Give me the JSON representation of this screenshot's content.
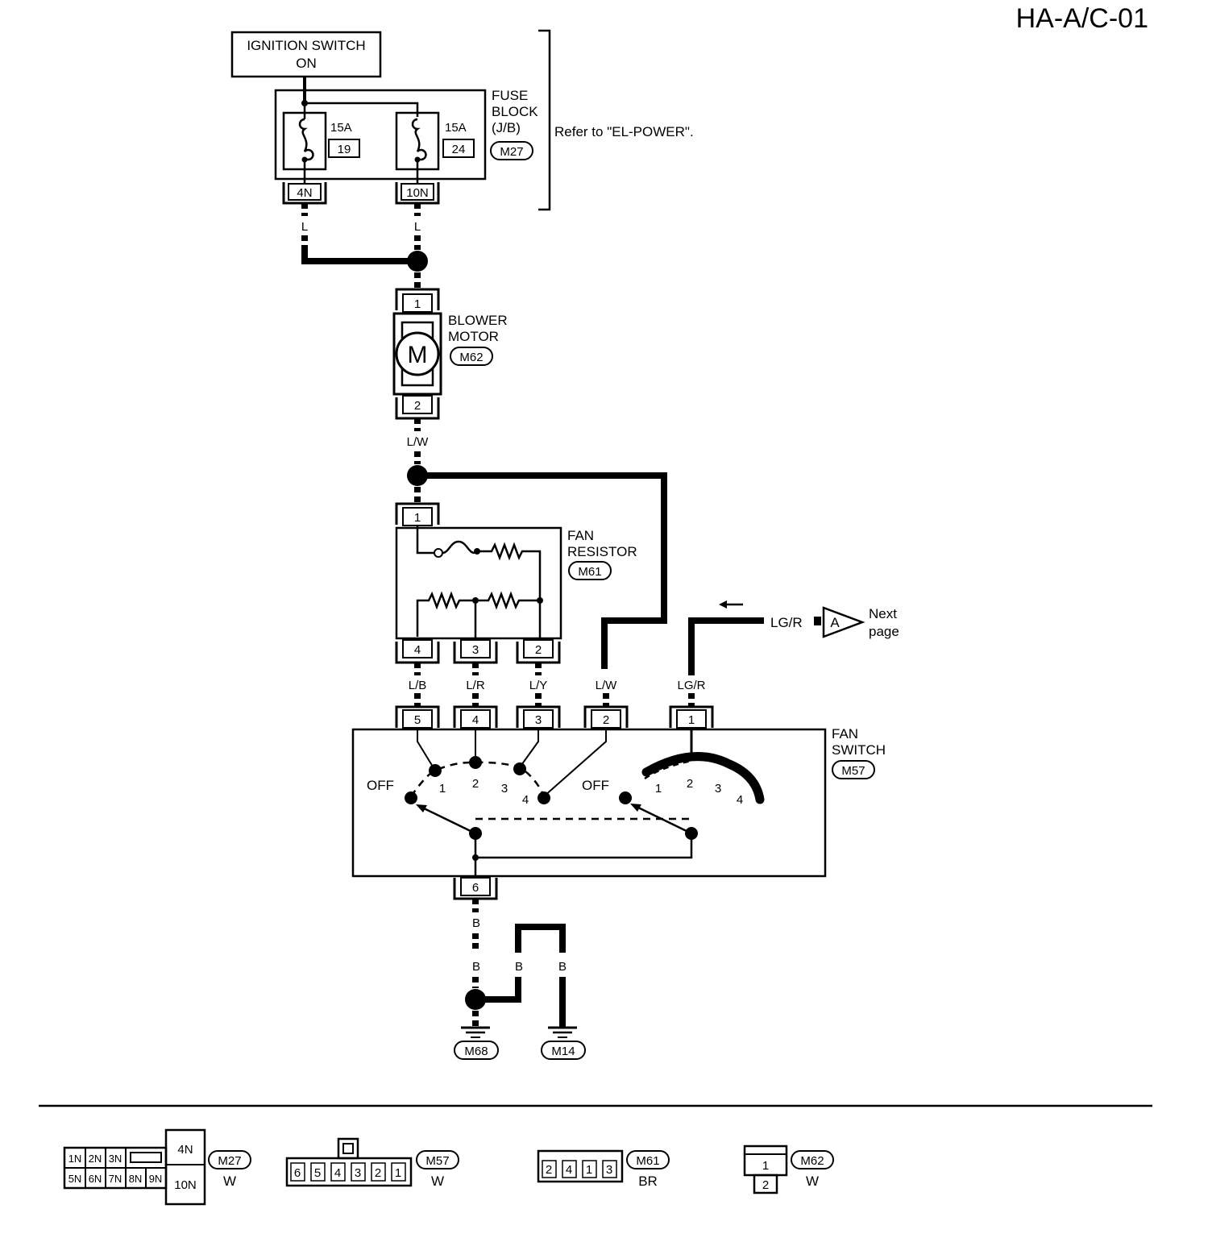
{
  "page_code": "HA-A/C-01",
  "ignition": {
    "line1": "IGNITION SWITCH",
    "line2": "ON"
  },
  "fuse_block": {
    "line1": "FUSE",
    "line2": "BLOCK",
    "line3": "(J/B)",
    "code": "M27",
    "refer": "Refer to \"EL-POWER\".",
    "fuses": [
      {
        "rating": "15A",
        "number": "19",
        "terminal": "4N"
      },
      {
        "rating": "15A",
        "number": "24",
        "terminal": "10N"
      }
    ]
  },
  "blower_motor": {
    "line1": "BLOWER",
    "line2": "MOTOR",
    "code": "M62",
    "symbol": "M",
    "pin_top": "1",
    "pin_bottom": "2"
  },
  "fan_resistor": {
    "line1": "FAN",
    "line2": "RESISTOR",
    "code": "M61",
    "pin_top": "1",
    "pins_bottom": [
      "4",
      "3",
      "2"
    ]
  },
  "fan_switch": {
    "line1": "FAN",
    "line2": "SWITCH",
    "code": "M57",
    "pins_top": [
      "5",
      "4",
      "3",
      "2",
      "1"
    ],
    "pin_bottom": "6",
    "left_positions": [
      "OFF",
      "1",
      "2",
      "3",
      "4"
    ],
    "right_positions": [
      "OFF",
      "1",
      "2",
      "3",
      "4"
    ]
  },
  "wires": {
    "fuse1": "L",
    "fuse2": "L",
    "motor_out": "L/W",
    "res4": "L/B",
    "res3": "L/R",
    "res2": "L/Y",
    "sw2": "L/W",
    "sw1": "LG/R",
    "lgr_out": "LG/R",
    "ground1": "B",
    "ground2": "B",
    "ground3": "B",
    "ground4": "B"
  },
  "next_page": {
    "connector": "A",
    "line1": "Next",
    "line2": "page"
  },
  "grounds": [
    "M68",
    "M14"
  ],
  "connectors": {
    "m27": {
      "code": "M27",
      "color": "W",
      "top_pins": [
        "1N",
        "2N",
        "3N"
      ],
      "bottom_pins": [
        "5N",
        "6N",
        "7N",
        "8N",
        "9N"
      ],
      "big_top": "4N",
      "big_bottom": "10N"
    },
    "m57": {
      "code": "M57",
      "color": "W",
      "pins": [
        "6",
        "5",
        "4",
        "3",
        "2",
        "1"
      ]
    },
    "m61": {
      "code": "M61",
      "color": "BR",
      "pins": [
        "2",
        "4",
        "1",
        "3"
      ]
    },
    "m62": {
      "code": "M62",
      "color": "W",
      "pin_top": "1",
      "pin_bottom": "2"
    }
  }
}
